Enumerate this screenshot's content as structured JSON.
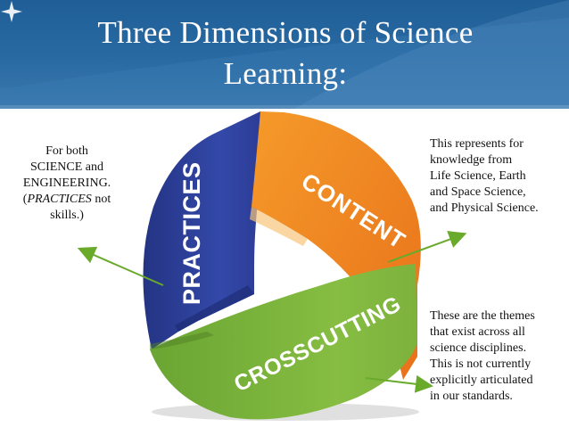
{
  "title": {
    "line1": "Three Dimensions of Science",
    "line2": "Learning:"
  },
  "diagram": {
    "practices": "PRACTICES",
    "content": "CONTENT",
    "crosscutting": "CROSSCUTTING"
  },
  "notes": {
    "left": {
      "line1": "For both",
      "line2": "SCIENCE and",
      "line3": "ENGINEERING.",
      "line4_open": "(",
      "line4_italic": "PRACTICES",
      "line4_rest": " not",
      "line5": "skills.)"
    },
    "right_top": {
      "line1": "This represents for",
      "line2": "knowledge from",
      "line3": "Life Science, Earth",
      "line4": "and Space Science,",
      "line5": "and Physical Science."
    },
    "right_bottom": {
      "line1": "These are the themes",
      "line2": "that exist across all",
      "line3": "science disciplines.",
      "line4": "This is not currently",
      "line5": "explicitly articulated",
      "line6": "in our standards."
    }
  },
  "colors": {
    "header_blue": "#2a6aa3",
    "practices_blue": "#2e3f9c",
    "content_orange": "#f07f1d",
    "crosscutting_green": "#7ab33d",
    "arrow_green": "#6aaa2a"
  }
}
